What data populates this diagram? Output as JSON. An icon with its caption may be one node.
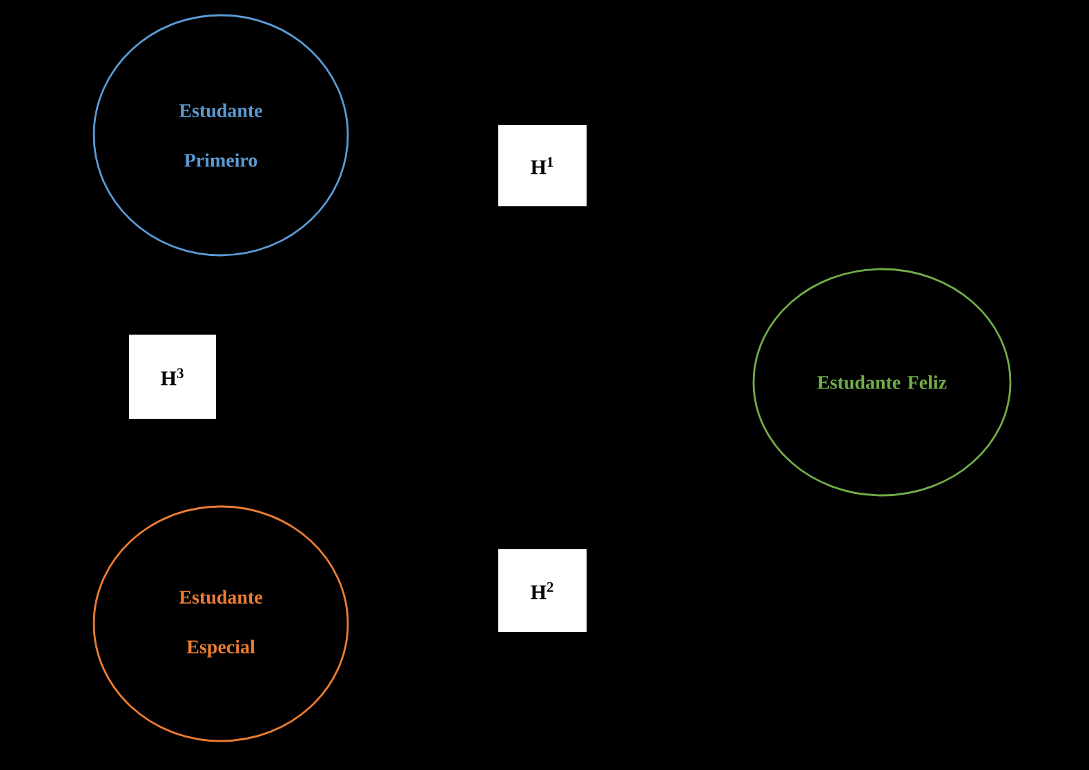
{
  "diagram": {
    "nodes": [
      {
        "text": [
          "Estudante Primeiro"
        ]
      },
      {
        "text": [
          "H$^{1}$"
        ]
      },
      {
        "text": [
          "H$^{3}$"
        ]
      },
      {
        "text": [
          "Estudante Feliz"
        ]
      },
      {
        "text": [
          "H$^{2}$"
        ]
      },
      {
        "text": [
          "Estudante Especial"
        ]
      }
    ]
  }
}
